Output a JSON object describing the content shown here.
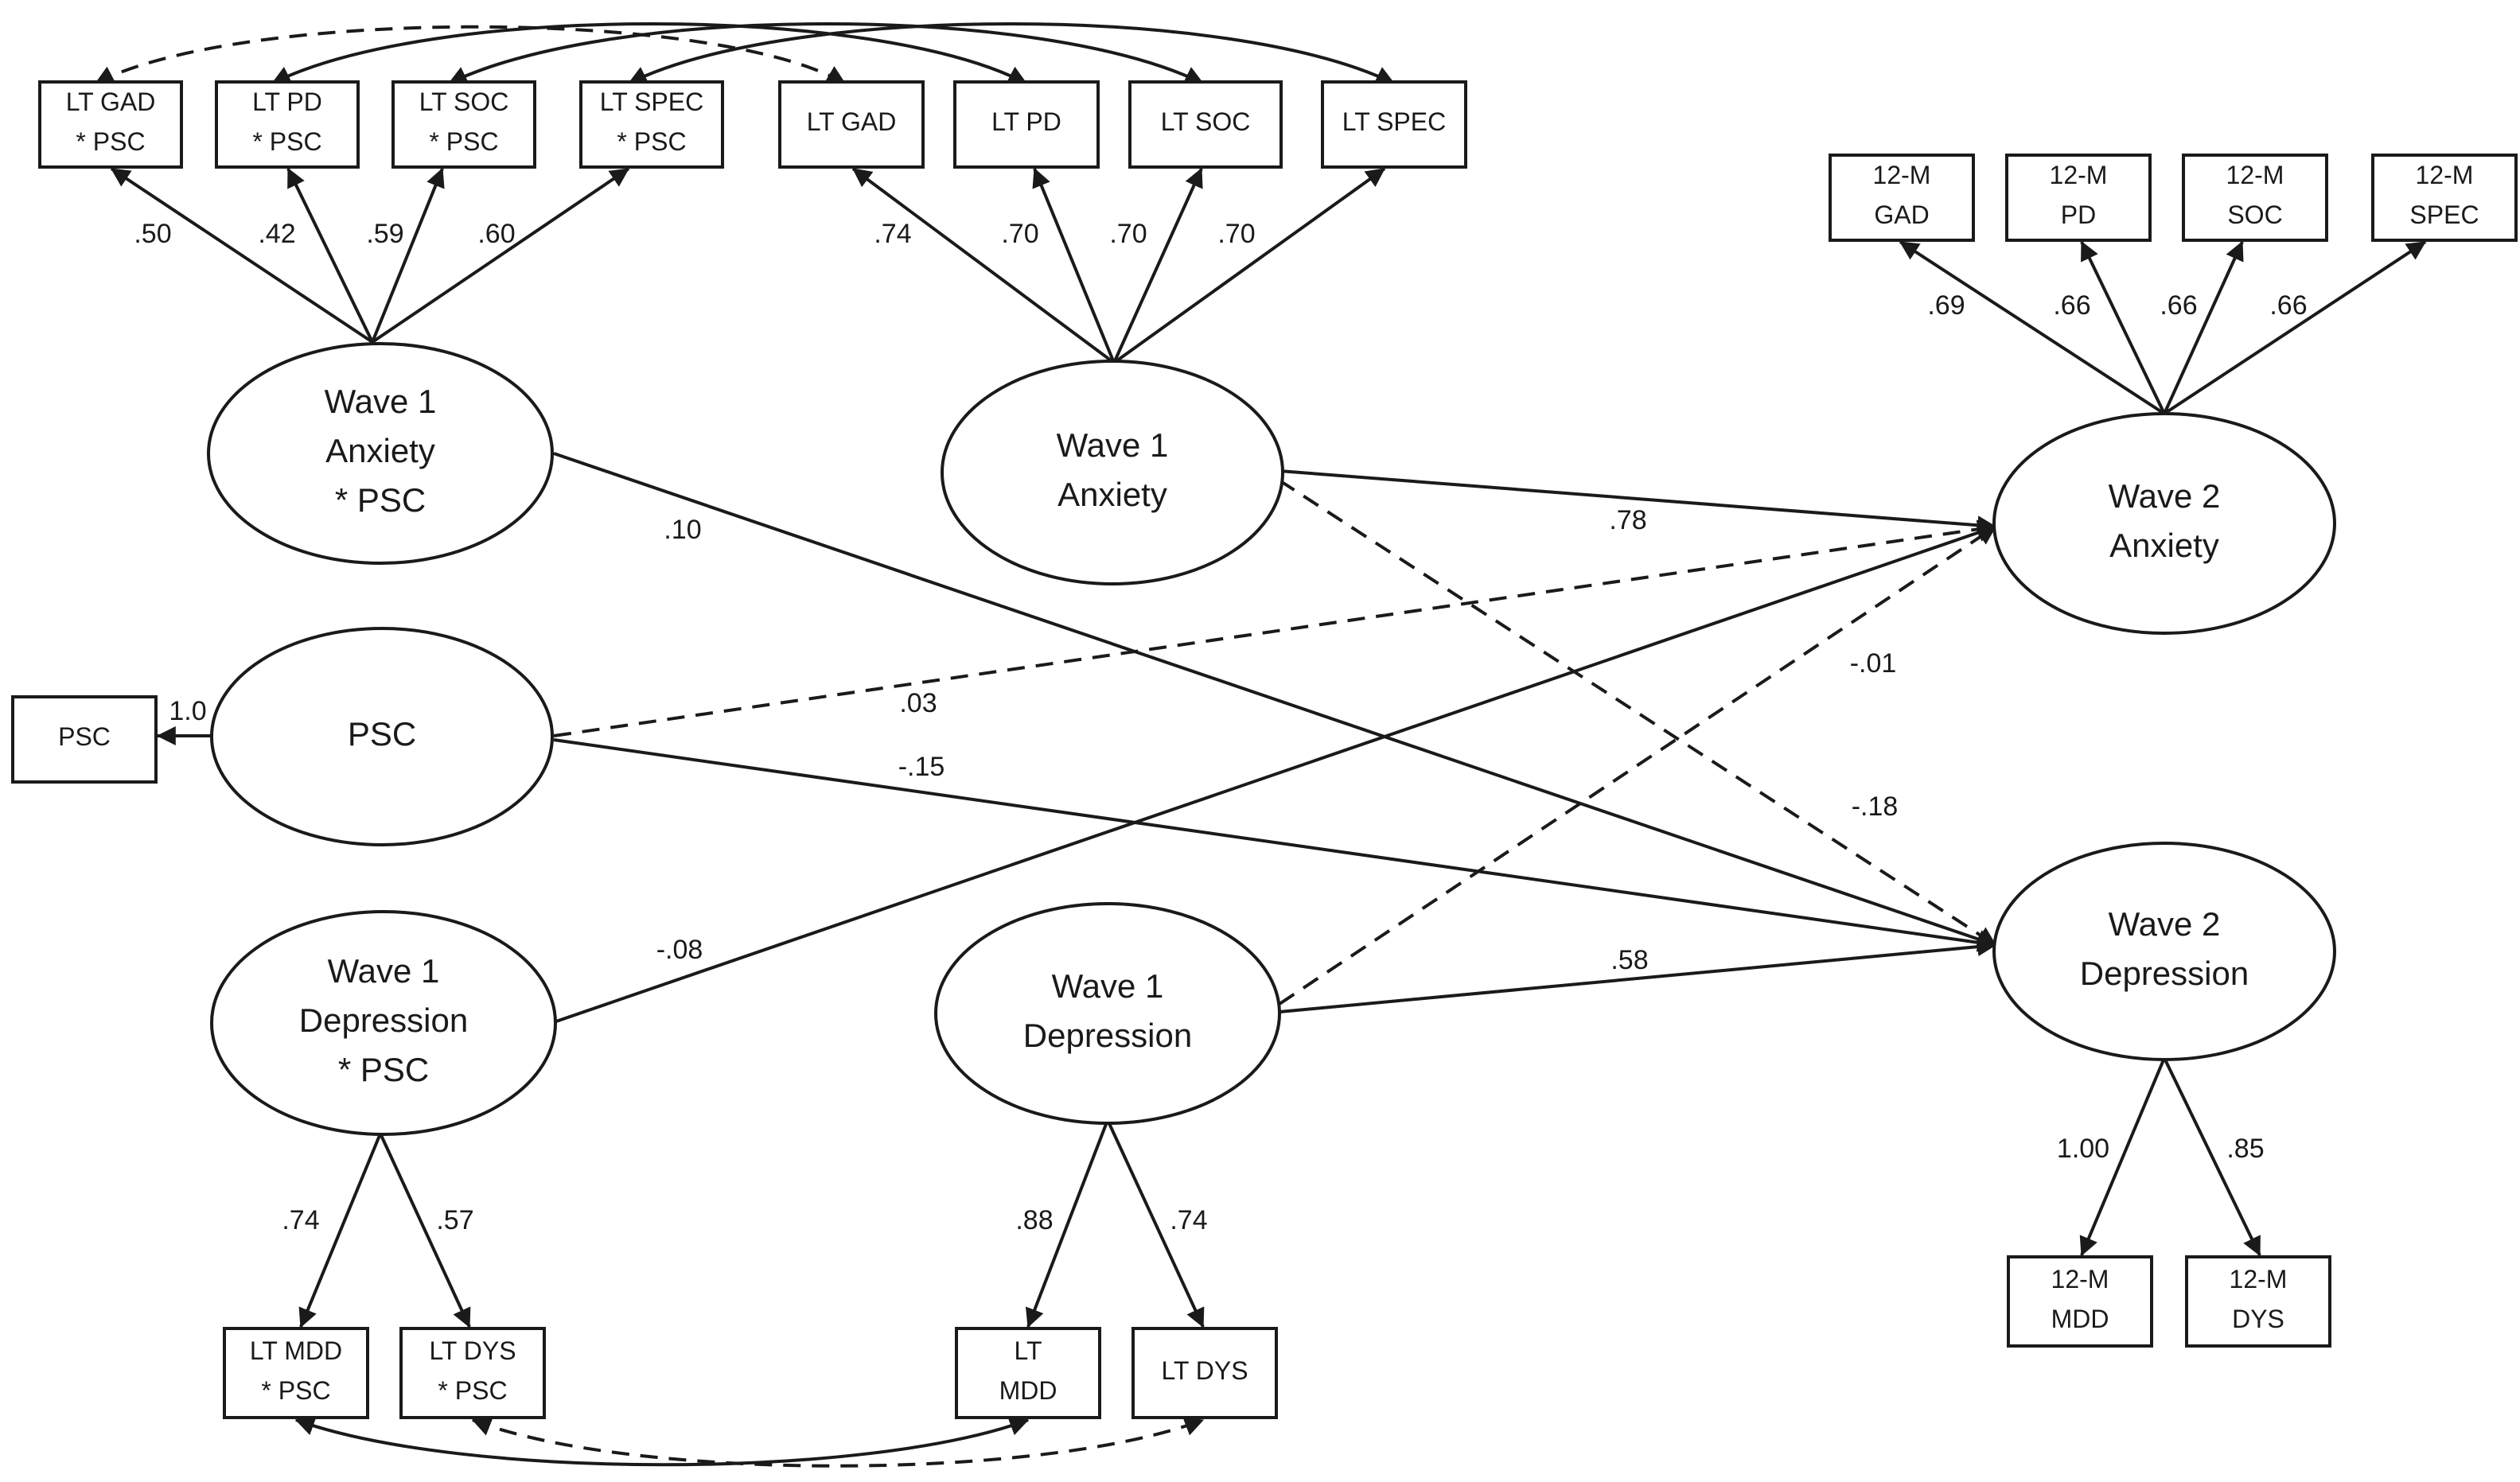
{
  "observed": {
    "lt_gad_psc": [
      "LT GAD",
      "* PSC"
    ],
    "lt_pd_psc": [
      "LT  PD",
      "* PSC"
    ],
    "lt_soc_psc": [
      "LT SOC",
      "* PSC"
    ],
    "lt_spec_psc": [
      "LT SPEC",
      "* PSC"
    ],
    "lt_gad": [
      "LT GAD"
    ],
    "lt_pd": [
      "LT  PD"
    ],
    "lt_soc": [
      "LT SOC"
    ],
    "lt_spec": [
      "LT SPEC"
    ],
    "m12_gad": [
      "12-M",
      "GAD"
    ],
    "m12_pd": [
      "12-M",
      "PD"
    ],
    "m12_soc": [
      "12-M",
      "SOC"
    ],
    "m12_spec": [
      "12-M",
      "SPEC"
    ],
    "psc_box": [
      "PSC"
    ],
    "lt_mdd_psc": [
      "LT MDD",
      "* PSC"
    ],
    "lt_dys_psc": [
      "LT DYS",
      "* PSC"
    ],
    "lt_mdd": [
      "LT",
      "MDD"
    ],
    "lt_dys": [
      "LT DYS"
    ],
    "m12_mdd": [
      "12-M",
      "MDD"
    ],
    "m12_dys": [
      "12-M",
      "DYS"
    ]
  },
  "latent": {
    "w1_anx_psc": [
      "Wave 1",
      "Anxiety",
      "* PSC"
    ],
    "w1_anx": [
      "Wave 1",
      "Anxiety"
    ],
    "w2_anx": [
      "Wave 2",
      "Anxiety"
    ],
    "psc": [
      "PSC"
    ],
    "w1_dep_psc": [
      "Wave 1",
      "Depression",
      "* PSC"
    ],
    "w1_dep": [
      "Wave 1",
      "Depression"
    ],
    "w2_dep": [
      "Wave 2",
      "Depression"
    ]
  },
  "loadings": {
    "lt_gad_psc": ".50",
    "lt_pd_psc": ".42",
    "lt_soc_psc": ".59",
    "lt_spec_psc": ".60",
    "lt_gad": ".74",
    "lt_pd": ".70",
    "lt_soc": ".70",
    "lt_spec": ".70",
    "m12_gad": ".69",
    "m12_pd": ".66",
    "m12_soc": ".66",
    "m12_spec": ".66",
    "psc_box": "1.0",
    "lt_mdd_psc": ".74",
    "lt_dys_psc": ".57",
    "lt_mdd": ".88",
    "lt_dys": ".74",
    "m12_mdd": "1.00",
    "m12_dys": ".85"
  },
  "paths": {
    "w1_anx_to_w2_anx": ".78",
    "w1_anx_psc_to_w2_dep": ".10",
    "psc_to_w2_anx": ".03",
    "psc_to_w2_dep": "-.15",
    "w1_anx_to_w2_dep": "-.18",
    "w1_dep_to_w2_anx": "-.01",
    "w1_dep_psc_to_w2_anx": "-.08",
    "w1_dep_to_w2_dep": ".58"
  }
}
